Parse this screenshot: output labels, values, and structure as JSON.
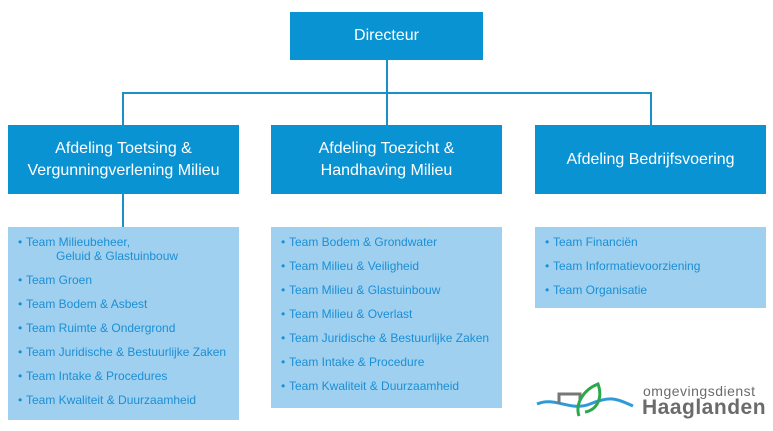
{
  "director": "Directeur",
  "departments": [
    {
      "title": "Afdeling Toetsing &\nVergunningverlening Milieu",
      "teams": [
        "Team Milieubeheer,\n         Geluid & Glastuinbouw",
        "Team Groen",
        "Team Bodem & Asbest",
        "Team Ruimte & Ondergrond",
        "Team Juridische & Bestuurlijke Zaken",
        "Team Intake & Procedures",
        "Team Kwaliteit & Duurzaamheid"
      ]
    },
    {
      "title": "Afdeling Toezicht &\nHandhaving Milieu",
      "teams": [
        "Team Bodem & Grondwater",
        "Team Milieu & Veiligheid",
        "Team Milieu & Glastuinbouw",
        "Team Milieu & Overlast",
        "Team Juridische & Bestuurlijke Zaken",
        "Team Intake & Procedure",
        "Team Kwaliteit & Duurzaamheid"
      ]
    },
    {
      "title": "Afdeling Bedrijfsvoering",
      "teams": [
        "Team Financiën",
        "Team Informatievoorziening",
        "Team Organisatie"
      ]
    }
  ],
  "logo": {
    "line1": "omgevingsdienst",
    "line2": "Haaglanden"
  },
  "colors": {
    "box": "#0a93d3",
    "team_bg": "#9fd0f0",
    "team_text": "#1b8fd4",
    "line": "#1a8fc8"
  }
}
